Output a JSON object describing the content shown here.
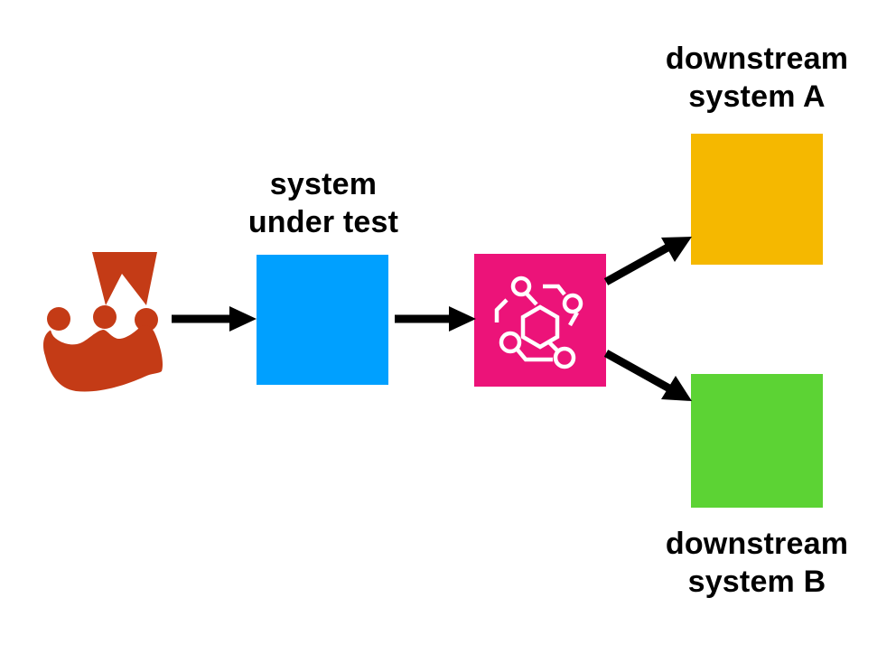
{
  "diagram": {
    "background": "#FFFFFF",
    "text_color": "#000000",
    "arrow": {
      "color": "#000000"
    },
    "nodes": {
      "source": {
        "icon": "jest-logo",
        "color": "#C43B16"
      },
      "system_under_test": {
        "label_line1": "system",
        "label_line2": "under test",
        "color": "#00A0FF"
      },
      "event_bus": {
        "icon": "aws-eventbridge",
        "color": "#EC1379",
        "icon_color": "#FFFFFF"
      },
      "downstream_a": {
        "label_line1": "downstream",
        "label_line2": "system A",
        "color": "#F5B800"
      },
      "downstream_b": {
        "label_line1": "downstream",
        "label_line2": "system B",
        "color": "#5CD334"
      }
    },
    "edges": [
      {
        "from": "source",
        "to": "system_under_test"
      },
      {
        "from": "system_under_test",
        "to": "event_bus"
      },
      {
        "from": "event_bus",
        "to": "downstream_a"
      },
      {
        "from": "event_bus",
        "to": "downstream_b"
      }
    ]
  }
}
